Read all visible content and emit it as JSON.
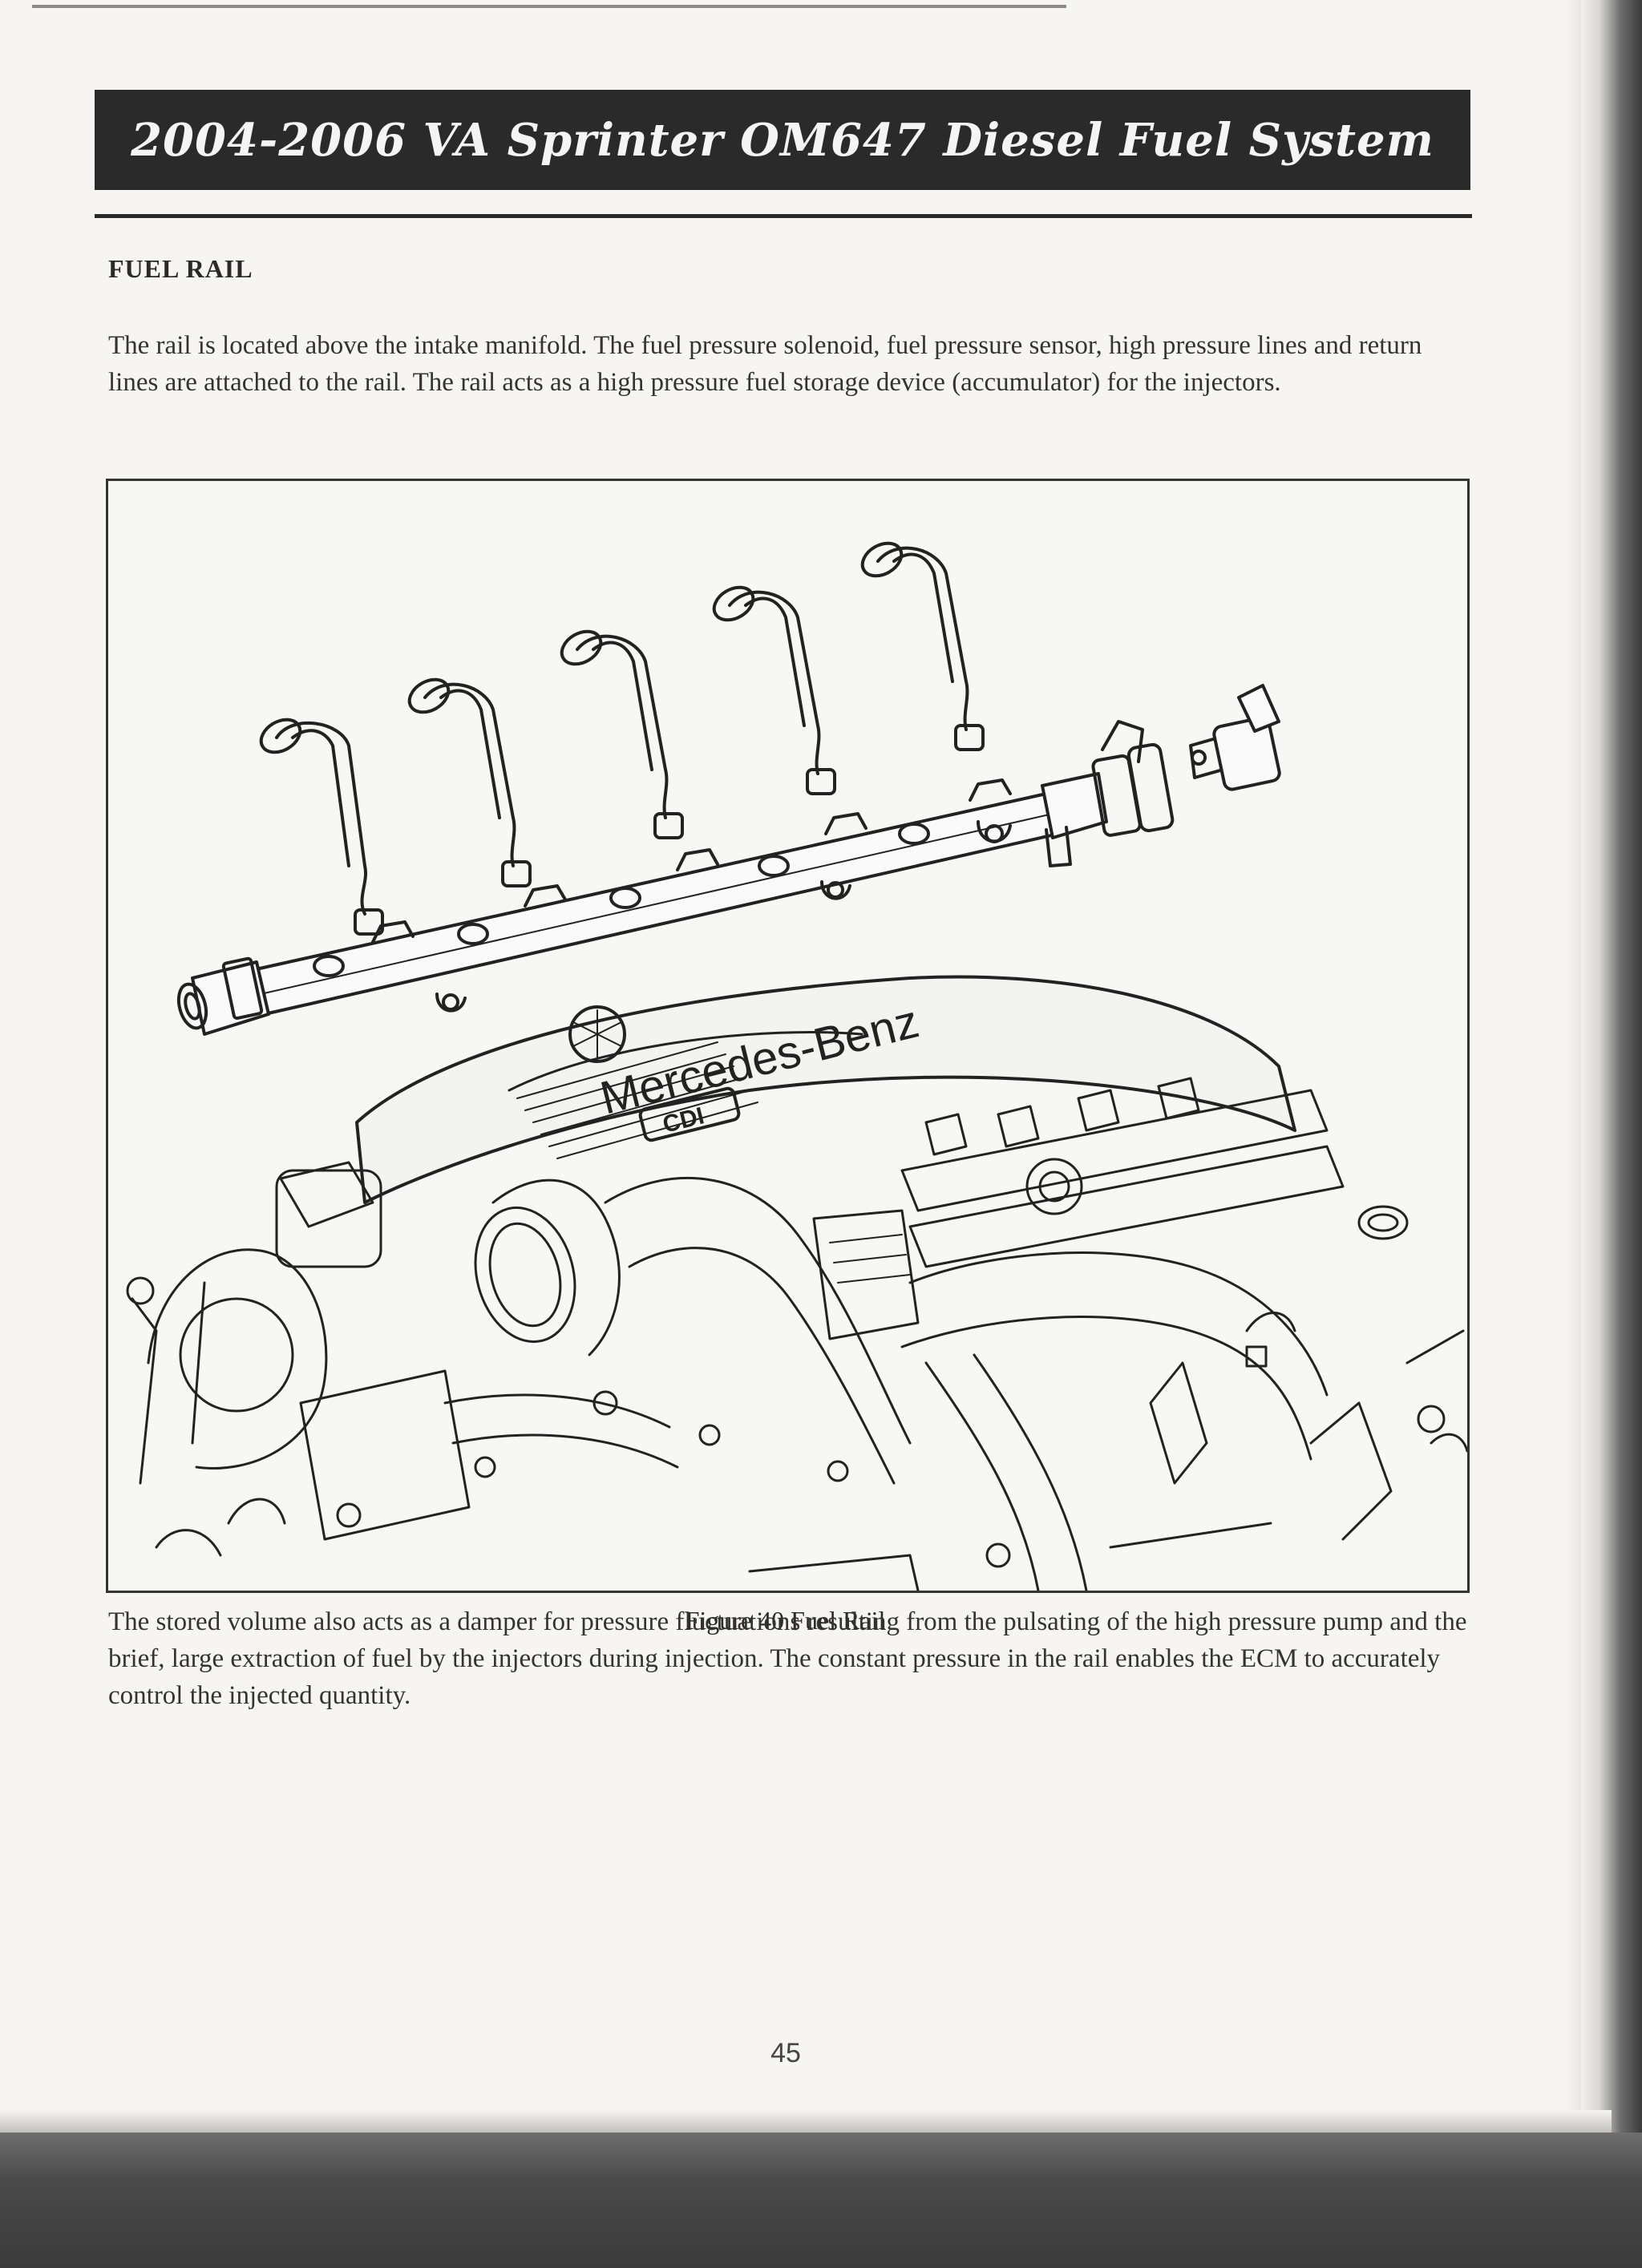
{
  "header": {
    "title": "2004-2006 VA Sprinter OM647 Diesel Fuel System"
  },
  "section": {
    "heading": "FUEL RAIL"
  },
  "paragraphs": {
    "intro": "The rail is located above the intake manifold. The fuel pressure solenoid, fuel pressure sensor, high pressure lines and return lines are attached to the rail. The rail acts as a high pressure fuel storage device (accumulator) for the injectors.",
    "body": "The stored volume also acts as a damper for pressure fluctuations resulting from the pulsating of the high pressure pump and the brief, large extraction of fuel by the injectors during injection. The constant pressure in the rail enables the ECM to accurately control the injected quantity."
  },
  "figure": {
    "caption": "Figure 40 Fuel Rail",
    "engine_cover_text": "Mercedes-Benz",
    "engine_cover_badge": "CDI"
  },
  "footer": {
    "page_number": "45"
  }
}
